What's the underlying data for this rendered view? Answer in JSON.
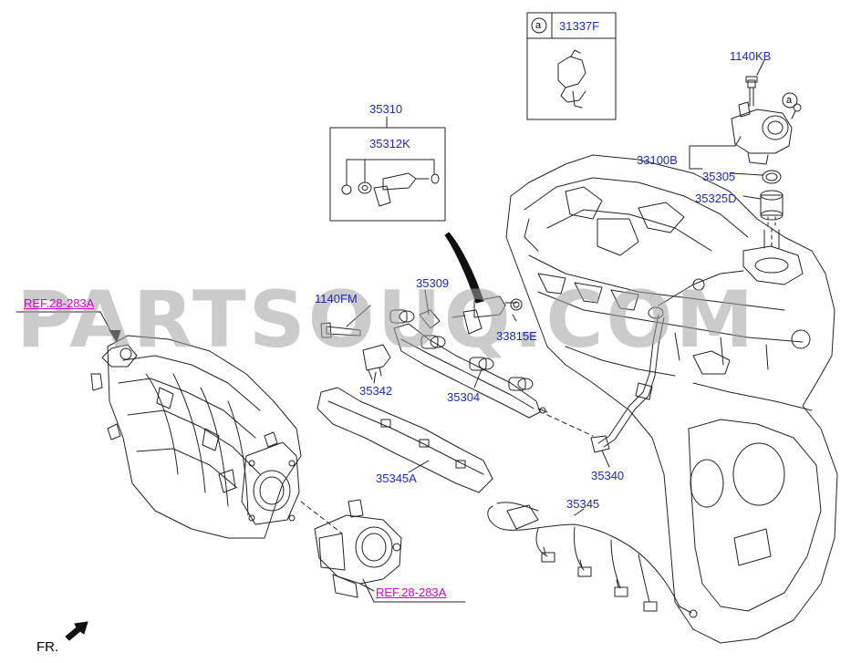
{
  "labels": {
    "p31337F": "31337F",
    "callout_a1": "a",
    "callout_a2": "a",
    "p1140KB": "1140KB",
    "p33100B": "33100B",
    "p35305": "35305",
    "p35325D": "35325D",
    "p35310": "35310",
    "p35312K": "35312K",
    "p35309": "35309",
    "p1140FM": "1140FM",
    "p33815E": "33815E",
    "p35342": "35342",
    "p35304": "35304",
    "p35345A": "35345A",
    "p35340": "35340",
    "p35345": "35345",
    "ref_top": "REF.28-283A",
    "ref_bottom": "REF.28-283A",
    "fr": "FR."
  },
  "watermark": "PARTSOUQ.COM",
  "colors": {
    "part_number": "#1c2bb0",
    "reference": "#d000d0",
    "line": "#222222",
    "watermark": "#a0a0a0"
  }
}
